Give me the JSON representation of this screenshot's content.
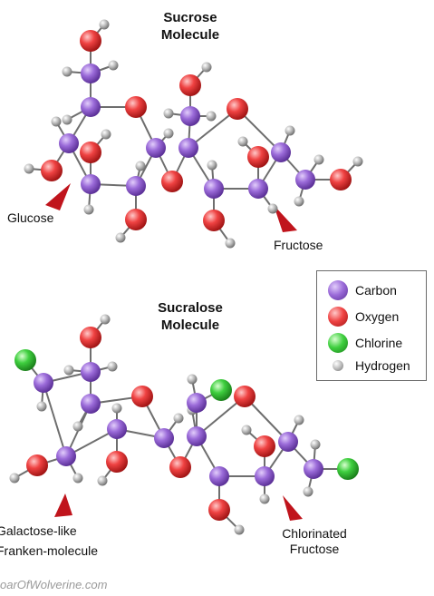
{
  "sucrose": {
    "title_line1": "Sucrose",
    "title_line2": "Molecule",
    "label_glucose": "Glucose",
    "label_fructose": "Fructose"
  },
  "sucralose": {
    "title_line1": "Sucralose",
    "title_line2": "Molecule",
    "label_galactose_line1": "Galactose-like",
    "label_galactose_line2": "Franken-molecule",
    "label_chlorinated_line1": "Chlorinated",
    "label_chlorinated_line2": "Fructose"
  },
  "legend": {
    "items": [
      {
        "label": "Carbon",
        "color": "#8e5bd0"
      },
      {
        "label": "Oxygen",
        "color": "#ee3b3b"
      },
      {
        "label": "Chlorine",
        "color": "#3cc43c"
      },
      {
        "label": "Hydrogen",
        "color": "#a8a8a8"
      }
    ]
  },
  "watermark": "oarOfWolverine.com",
  "colors": {
    "carbon": "#8e5bd0",
    "oxygen": "#ee3b3b",
    "chlorine": "#3cc43c",
    "hydrogen": "#a8a8a8",
    "bond": "#6e6e6e",
    "pointer": "#c0141c"
  }
}
